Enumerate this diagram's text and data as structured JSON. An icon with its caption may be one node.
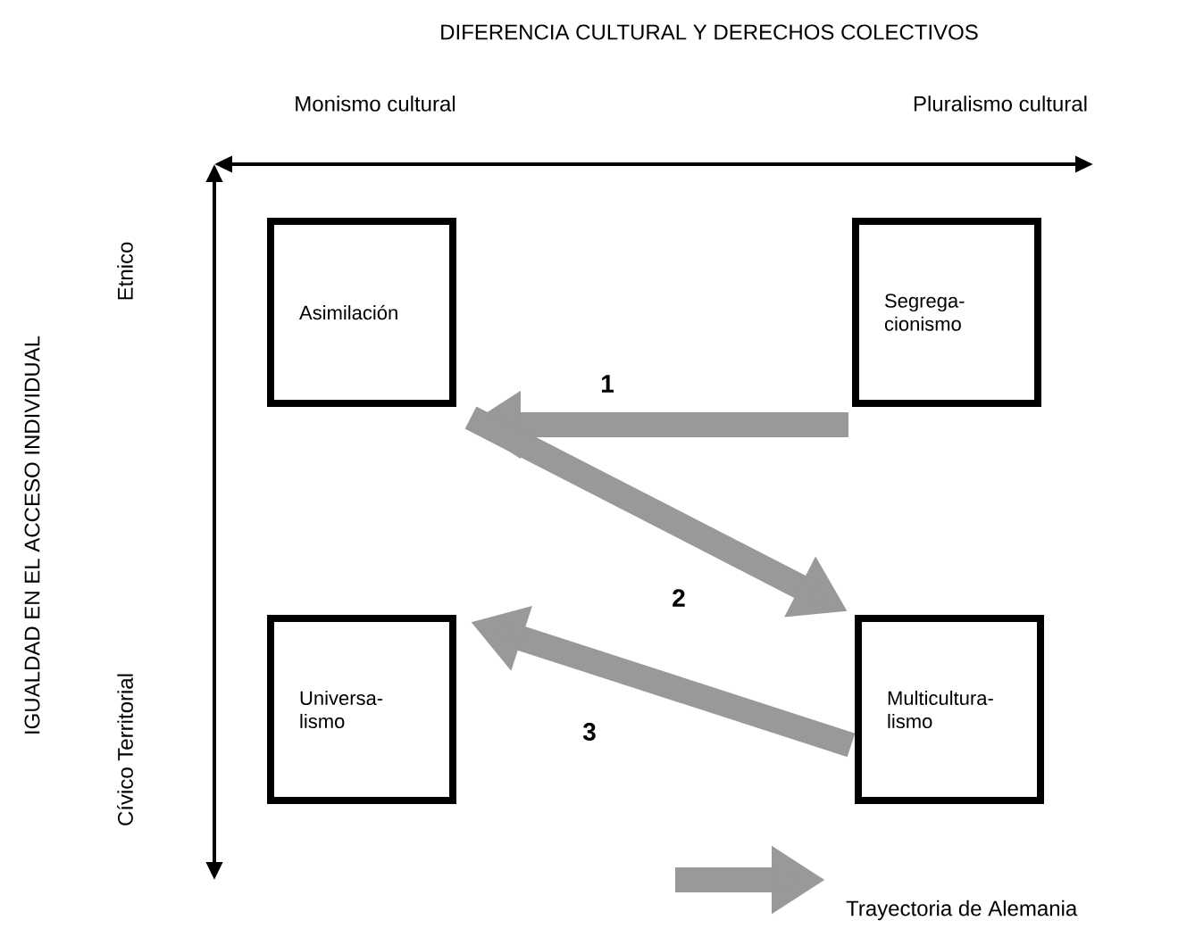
{
  "diagram": {
    "title": "DIFERENCIA CULTURAL Y DERECHOS COLECTIVOS",
    "nodes": [
      {
        "text": [
          "Asimilación"
        ]
      },
      {
        "text": [
          "Segrega- cionismo"
        ]
      },
      {
        "text": [
          "Universa- lismo"
        ]
      },
      {
        "text": [
          "Multicultura- lismo"
        ]
      }
    ],
    "edges": [
      {
        "from": 1,
        "to": 0,
        "arrow": "to",
        "label": "1"
      },
      {
        "from": 0,
        "to": 3,
        "arrow": "to",
        "label": "2"
      },
      {
        "from": 3,
        "to": 2,
        "arrow": "to",
        "label": "3"
      }
    ],
    "labels": [
      "Monismo cultural",
      "Pluralismo cultural",
      "IGUALDAD EN EL ACCESO INDIVIDUAL",
      "Etnico",
      "Cívico Territorial"
    ],
    "legend": [
      {
        "text": "Trayectoria de Alemania"
      }
    ]
  }
}
